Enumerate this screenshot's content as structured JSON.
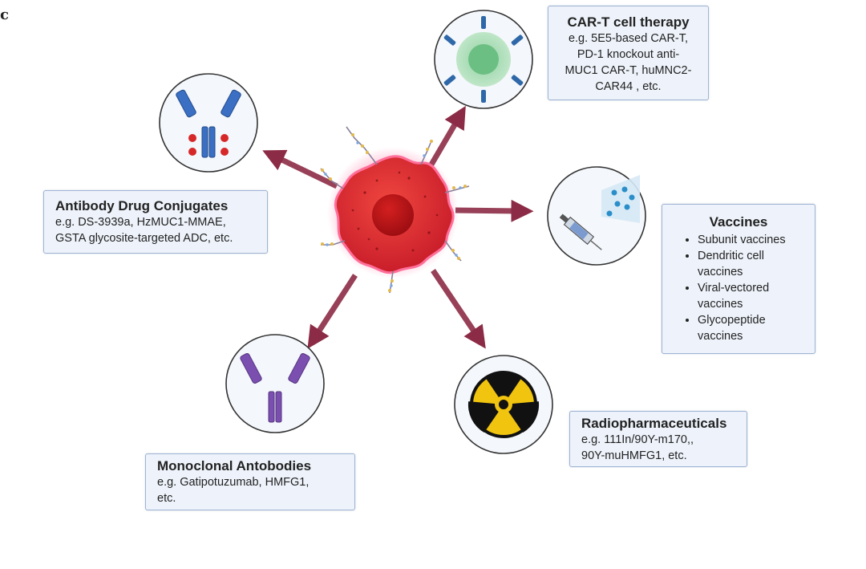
{
  "figure": {
    "panel_label": "c"
  },
  "colors": {
    "arrow": "#8c2b45",
    "box_fill": "#eef3fb",
    "box_border": "#9fb4d4",
    "cell_red": "#d42a2f",
    "antibody_blue": "#3a6fc4",
    "antibody_purple": "#7a4fb0",
    "radiation_yellow": "#f1c40f"
  },
  "icons": [
    "car-t-cell-icon",
    "adc-antibody-icon",
    "vaccine-syringe-icon",
    "monoclonal-antibody-icon",
    "radiation-icon",
    "tumor-cell-icon"
  ],
  "therapies": {
    "car_t": {
      "title": "CAR-T cell therapy",
      "lines": [
        "e.g. 5E5-based CAR-T,",
        "PD-1 knockout anti-",
        "MUC1 CAR-T, huMNC2-",
        "CAR44 , etc."
      ]
    },
    "adc": {
      "title": "Antibody Drug Conjugates",
      "lines": [
        "e.g. DS-3939a, HzMUC1-MMAE,",
        "GSTA glycosite-targeted ADC, etc."
      ]
    },
    "vaccines": {
      "title": "Vaccines",
      "items": [
        [
          "Subunit vaccines"
        ],
        [
          "Dendritic cell",
          "vaccines"
        ],
        [
          "Viral-vectored",
          "vaccines"
        ],
        [
          "Glycopeptide",
          "vaccines"
        ]
      ]
    },
    "monoclonal": {
      "title": "Monoclonal Antobodies",
      "lines": [
        "e.g. Gatipotuzumab, HMFG1,",
        "etc."
      ]
    },
    "radio": {
      "title": "Radiopharmaceuticals",
      "lines": [
        "e.g. 111In/90Y-m170,,",
        "90Y-muHMFG1, etc."
      ]
    }
  }
}
